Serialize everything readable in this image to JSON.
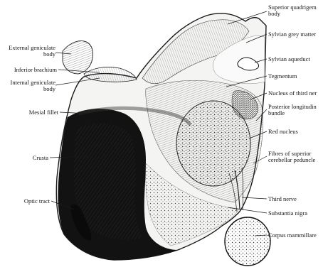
{
  "labels_left": [
    {
      "id": "external-geniculate-body",
      "text": "External geniculate\nbody"
    },
    {
      "id": "inferior-brachium",
      "text": "Inferior brachium"
    },
    {
      "id": "internal-geniculate-body",
      "text": "Internal geniculate\nbody"
    },
    {
      "id": "mesial-fillet",
      "text": "Mesial fillet"
    },
    {
      "id": "crusta",
      "text": "Crusta"
    },
    {
      "id": "optic-tract",
      "text": "Optic tract"
    }
  ],
  "labels_right": [
    {
      "id": "superior-quadrigeminal-body",
      "text": "Superior quadrigem\nbody"
    },
    {
      "id": "sylvian-grey-matter",
      "text": "Sylvian grey matter"
    },
    {
      "id": "sylvian-aqueduct",
      "text": "Sylvian aqueduct"
    },
    {
      "id": "tegmentum",
      "text": "Tegmentum"
    },
    {
      "id": "nucleus-of-third-nerve",
      "text": "Nucleus of third ner"
    },
    {
      "id": "posterior-longitudinal-bundle",
      "text": "Posterior longitudin\nbundle"
    },
    {
      "id": "red-nucleus",
      "text": "Red nucleus"
    },
    {
      "id": "fibres-of-superior-cerebellar-peduncle",
      "text": "Fibres of superior\ncerebellar peduncle"
    },
    {
      "id": "third-nerve",
      "text": "Third nerve"
    },
    {
      "id": "substantia-nigra",
      "text": "Substantia nigra"
    },
    {
      "id": "corpus-mammillare",
      "text": "Corpus mammillare"
    }
  ]
}
